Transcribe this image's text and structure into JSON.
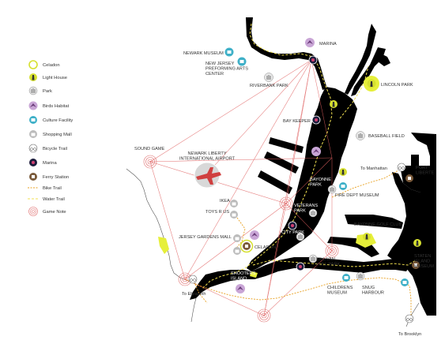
{
  "legend": [
    {
      "key": "celadon",
      "label": "Celadon"
    },
    {
      "key": "lighthouse",
      "label": "Light House"
    },
    {
      "key": "park",
      "label": "Park"
    },
    {
      "key": "birds",
      "label": "Birds Habitat"
    },
    {
      "key": "culture",
      "label": "Culture Facility"
    },
    {
      "key": "mall",
      "label": "Shopping Mall"
    },
    {
      "key": "bicycle",
      "label": "Bicycle Trail"
    },
    {
      "key": "marina",
      "label": "Marina"
    },
    {
      "key": "ferry",
      "label": "Ferry Station"
    },
    {
      "key": "biketrail",
      "label": "Bike Trail"
    },
    {
      "key": "watertrail",
      "label": "Water Trail"
    },
    {
      "key": "gamenote",
      "label": "Game Note"
    }
  ],
  "places": [
    {
      "name": "MARINA",
      "icon": "birds"
    },
    {
      "name": "NEWARK MUSEUM",
      "icon": "culture"
    },
    {
      "name": "NEW JERSEY\nPREFORMING ARTS\nCENTER",
      "icon": "culture"
    },
    {
      "name": "RIVERBANK PARK",
      "icon": "park"
    },
    {
      "name": "LINCOLN PARK",
      "icon": "lighthouse"
    },
    {
      "name": "BAY KEEPER",
      "icon": "marina"
    },
    {
      "name": "BASEBALL FIELD",
      "icon": "park"
    },
    {
      "name": "SOUND GAME",
      "icon": "gamenote"
    },
    {
      "name": "NEWARK LIBERTY\nINTERNATIONAL AIRPORT",
      "icon": "airport"
    },
    {
      "name": "To Manhattan",
      "icon": "bicycle"
    },
    {
      "name": "PORT\nLIBERTE",
      "icon": "ferry"
    },
    {
      "name": "BAYONNE\nPARK",
      "icon": "park"
    },
    {
      "name": "FIRE DEPT MUSEUM",
      "icon": "culture"
    },
    {
      "name": "IKEA",
      "icon": "mall"
    },
    {
      "name": "TOYS R US",
      "icon": "mall"
    },
    {
      "name": "VETERANS\nPARK",
      "icon": "park"
    },
    {
      "name": "BAYONNE GOLF CLUB",
      "icon": "lighthouse"
    },
    {
      "name": "CITY PARK",
      "icon": "park"
    },
    {
      "name": "JERSEY GARDENS MALL",
      "icon": "mall"
    },
    {
      "name": "CELADON",
      "icon": "ferry"
    },
    {
      "name": "KILL VAN\nKULL PARK",
      "icon": "park"
    },
    {
      "name": "STATEN\nISLAND\nMUSEUM",
      "icon": "culture"
    },
    {
      "name": "SHOOTERS\nISLAND",
      "icon": "birds"
    },
    {
      "name": "CHILDRENS\nMUSEUM",
      "icon": "culture"
    },
    {
      "name": "SNUG\nHARBOUR",
      "icon": "park"
    },
    {
      "name": "To Elizabeth",
      "icon": "bicycle"
    },
    {
      "name": "To Brooklyn",
      "icon": "bicycle"
    }
  ]
}
